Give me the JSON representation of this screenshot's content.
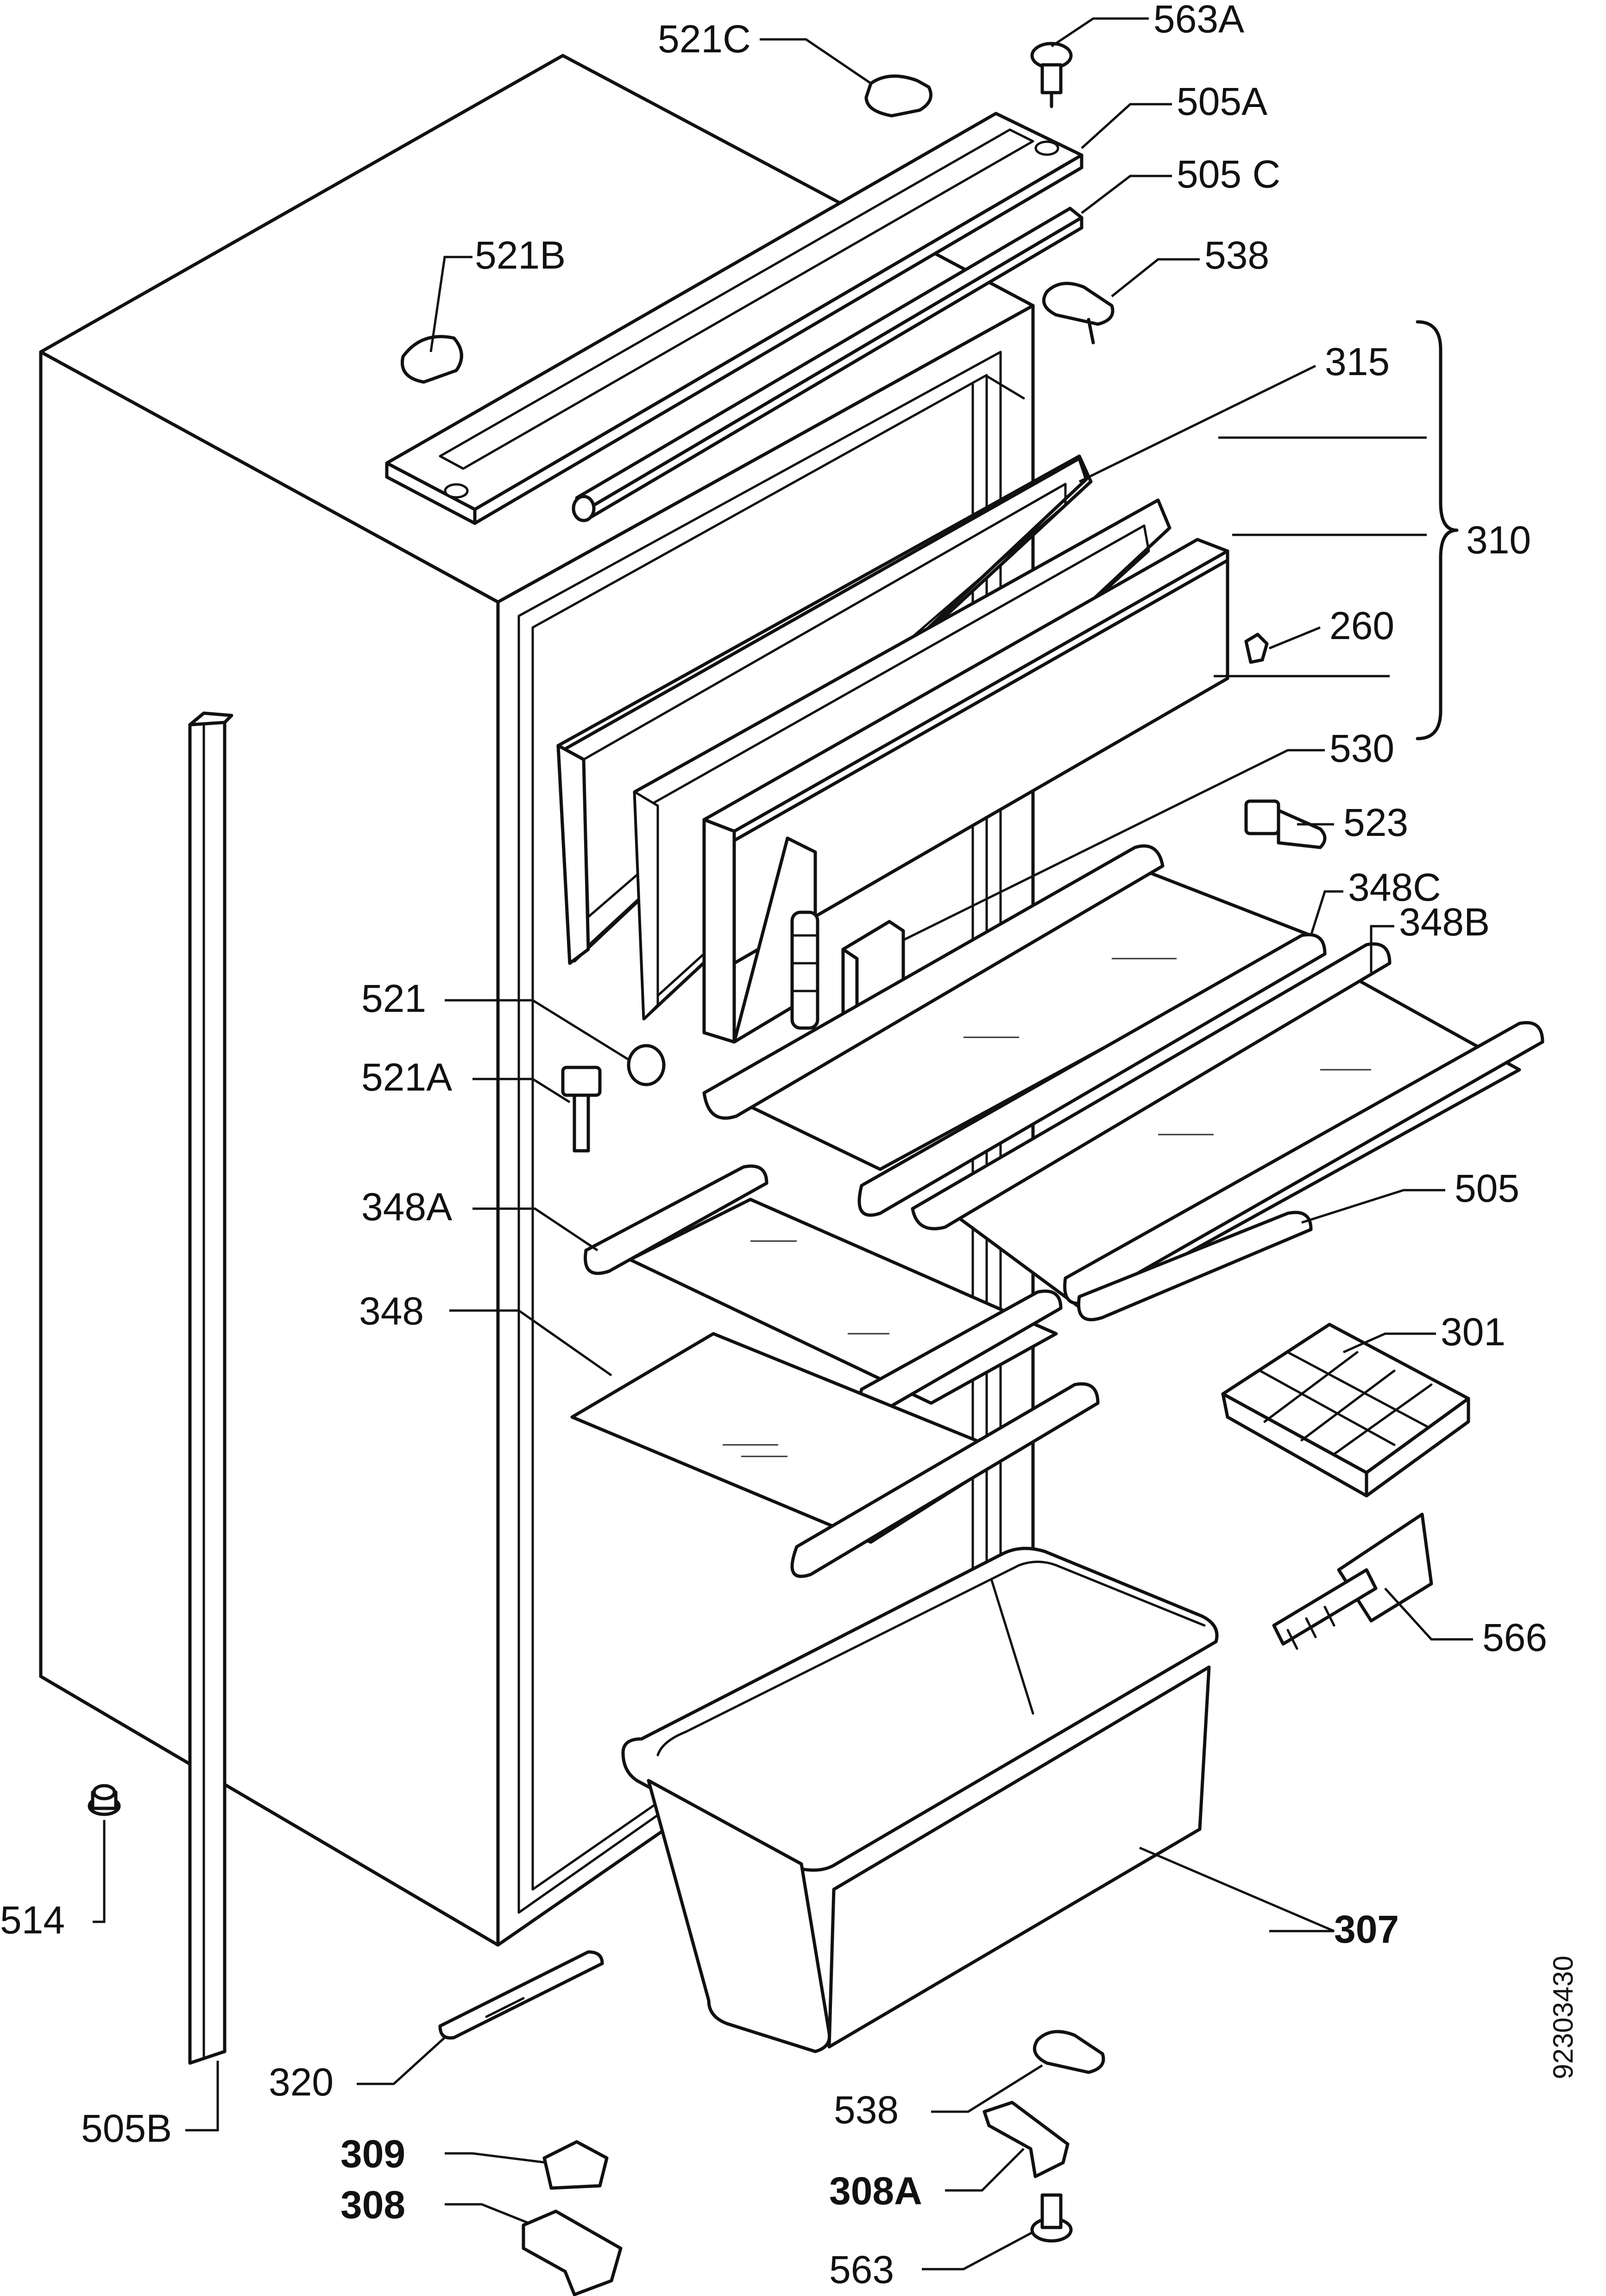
{
  "diagram": {
    "drawing_number": "92303430",
    "labels": {
      "p521C": "521C",
      "p563A": "563A",
      "p505A": "505A",
      "p505C": "505 C",
      "p521B": "521B",
      "p538_top": "538",
      "p315": "315",
      "p310": "310",
      "p260": "260",
      "p530": "530",
      "p523": "523",
      "p348C": "348C",
      "p348B": "348B",
      "p521": "521",
      "p521A": "521A",
      "p348A": "348A",
      "p505": "505",
      "p348": "348",
      "p301": "301",
      "p566": "566",
      "p307": "307",
      "p514": "514",
      "p320": "320",
      "p505B": "505B",
      "p538_bottom": "538",
      "p309": "309",
      "p308": "308",
      "p308A": "308A",
      "p563": "563"
    }
  }
}
